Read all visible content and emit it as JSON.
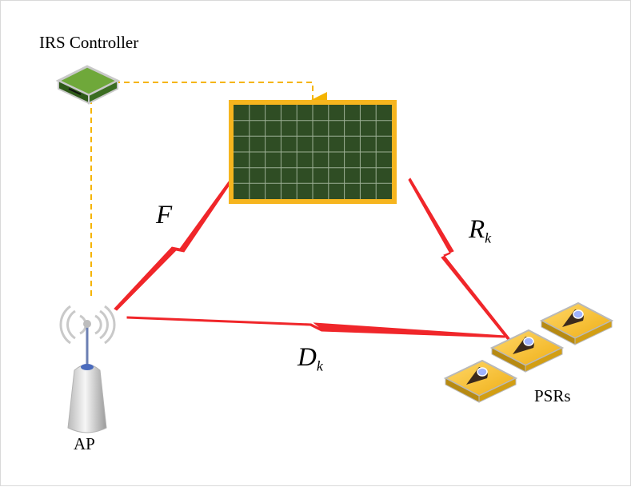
{
  "labels": {
    "controller": "IRS Controller",
    "ap": "AP",
    "psrs": "PSRs",
    "channel_F": "F",
    "channel_R": "R",
    "channel_R_sub": "k",
    "channel_D": "D",
    "channel_D_sub": "k"
  },
  "colors": {
    "control_link": "#f5b400",
    "wireless_link": "#f0262a",
    "irs_panel_fill": "#2f4d24",
    "irs_panel_border": "#f6b51e",
    "controller_body": "#4f8a2a",
    "psr_body": "#f2b61c"
  },
  "icons": [
    "router-icon",
    "access-point-icon",
    "location-pin-icon"
  ]
}
